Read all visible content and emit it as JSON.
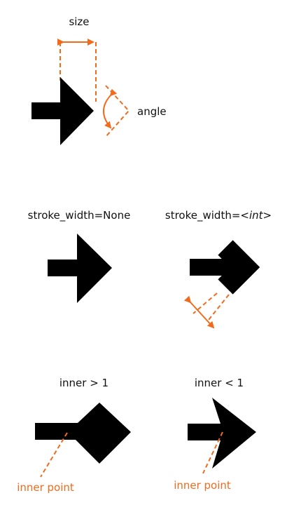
{
  "colors": {
    "accent": "#f26b1d",
    "shape": "#000000",
    "text": "#111111"
  },
  "labels": {
    "size": "size",
    "angle": "angle",
    "stroke_none": "stroke_width=None",
    "stroke_int_prefix": "stroke_width=<",
    "stroke_int_var": "int",
    "stroke_int_suffix": ">",
    "inner_gt": "inner > 1",
    "inner_lt": "inner < 1",
    "inner_point_left": "inner point",
    "inner_point_right": "inner point"
  }
}
